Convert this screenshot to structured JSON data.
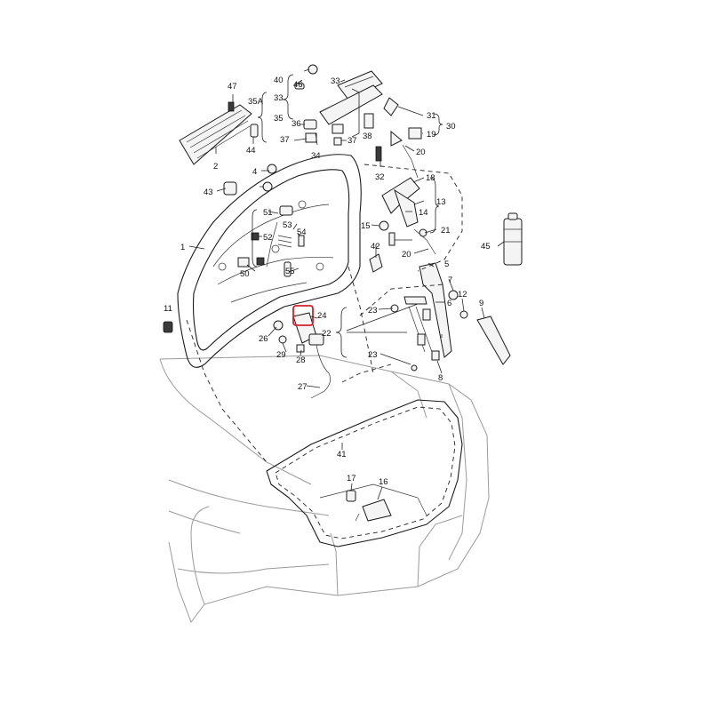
{
  "diagram": {
    "labels": {
      "l1": "1",
      "l2": "2",
      "l4": "4",
      "l5": "5",
      "l6": "6",
      "l7": "7",
      "l8": "8",
      "l9": "9",
      "l11": "11",
      "l12": "12",
      "l13": "13",
      "l14": "14",
      "l15": "15",
      "l16": "16",
      "l17": "17",
      "l18": "18",
      "l19": "19",
      "l20a": "20",
      "l20b": "20",
      "l21": "21",
      "l22": "22",
      "l23a": "23",
      "l23b": "23",
      "l24": "24",
      "l26": "26",
      "l27": "27",
      "l28": "28",
      "l29": "29",
      "l30": "30",
      "l31": "31",
      "l32": "32",
      "l33a": "33",
      "l33b": "33",
      "l34": "34",
      "l35": "35",
      "l35A": "35A",
      "l36": "36",
      "l37a": "37",
      "l37b": "37",
      "l38": "38",
      "l40": "40",
      "l41": "41",
      "l42": "42",
      "l43": "43",
      "l44": "44",
      "l45": "45",
      "l46": "46",
      "l47": "47",
      "l50": "50",
      "l51": "51",
      "l52": "52",
      "l53": "53",
      "l54": "54",
      "l55": "55"
    },
    "highlight_color": "#d21f2b"
  }
}
